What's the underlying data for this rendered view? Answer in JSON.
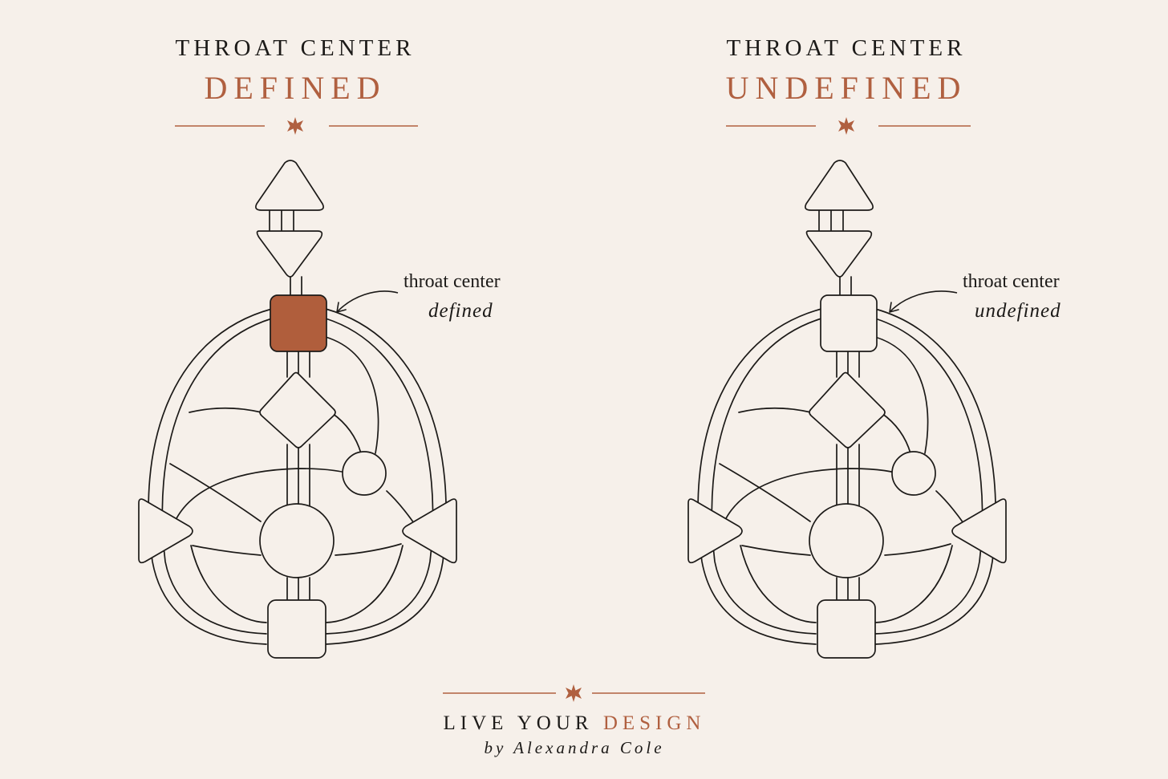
{
  "panels": [
    {
      "title": "THROAT CENTER",
      "state": "DEFINED",
      "callout": {
        "label": "throat center",
        "state": "defined"
      },
      "throat_filled": true
    },
    {
      "title": "THROAT CENTER",
      "state": "UNDEFINED",
      "callout": {
        "label": "throat center",
        "state": "undefined"
      },
      "throat_filled": false
    }
  ],
  "footer": {
    "brand_prefix": "LIVE YOUR ",
    "brand_accent": "DESIGN",
    "byline": "by Alexandra Cole"
  },
  "icons": {
    "divider": "eight-point-star-icon",
    "callout": "curved-arrow-icon"
  },
  "colors": {
    "background": "#F6F0EA",
    "ink": "#1C1A18",
    "accent": "#B06040",
    "defined_fill": "#B05E3C"
  }
}
